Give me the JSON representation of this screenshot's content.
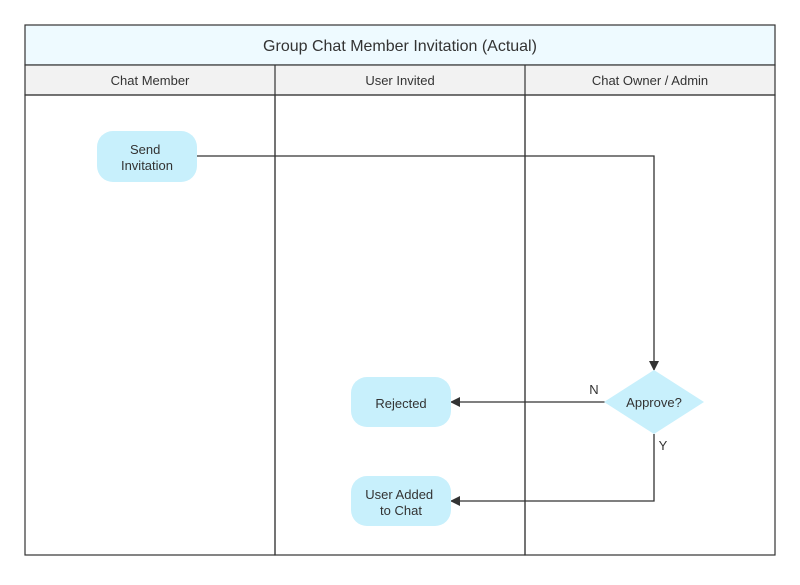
{
  "title": "Group Chat Member Invitation (Actual)",
  "lanes": [
    {
      "label": "Chat Member"
    },
    {
      "label": "User Invited"
    },
    {
      "label": "Chat Owner / Admin"
    }
  ],
  "nodes": {
    "send_invitation": {
      "label_lines": [
        "Send",
        "Invitation"
      ]
    },
    "approve": {
      "label": "Approve?"
    },
    "rejected": {
      "label": "Rejected"
    },
    "user_added": {
      "label_lines": [
        "User Added",
        "to Chat"
      ]
    }
  },
  "edges": {
    "no_label": "N",
    "yes_label": "Y"
  },
  "colors": {
    "title_fill": "#eefaff",
    "header_fill": "#f2f2f2",
    "node_fill": "#c8f0fc",
    "line": "#333333",
    "text": "#333333"
  }
}
